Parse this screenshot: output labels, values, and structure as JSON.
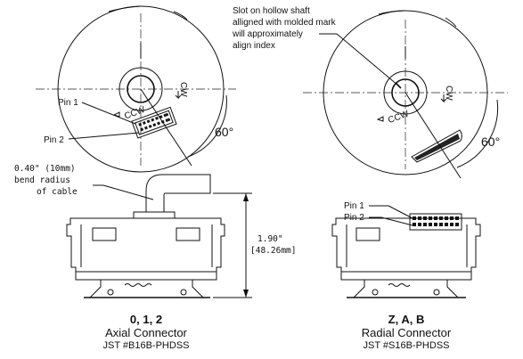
{
  "left_view": {
    "pin1_label": "Pin 1",
    "pin2_label": "Pin 2",
    "ccw_mark": "CCW",
    "cw_mark": "CW",
    "angle_label": "60°",
    "bend_note_line1": "0.40\" (10mm)",
    "bend_note_line2": "bend radius",
    "bend_note_line3": "of cable",
    "height_dim_line1": "1.90\"",
    "height_dim_line2": "[48.26mm]",
    "caption_title": "0, 1, 2",
    "caption_type": "Axial Connector",
    "caption_part": "JST #B16B-PHDSS"
  },
  "right_view": {
    "slot_note_line1": "Slot on hollow shaft",
    "slot_note_line2": "alligned with molded mark",
    "slot_note_line3": "will approximately",
    "slot_note_line4": "align index",
    "ccw_mark": "CCW",
    "cw_mark": "CW",
    "angle_label": "60°",
    "pin1_label": "Pin 1",
    "pin2_label": "Pin 2",
    "caption_title": "Z, A, B",
    "caption_type": "Radial Connector",
    "caption_part": "JST #S16B-PHDSS"
  }
}
